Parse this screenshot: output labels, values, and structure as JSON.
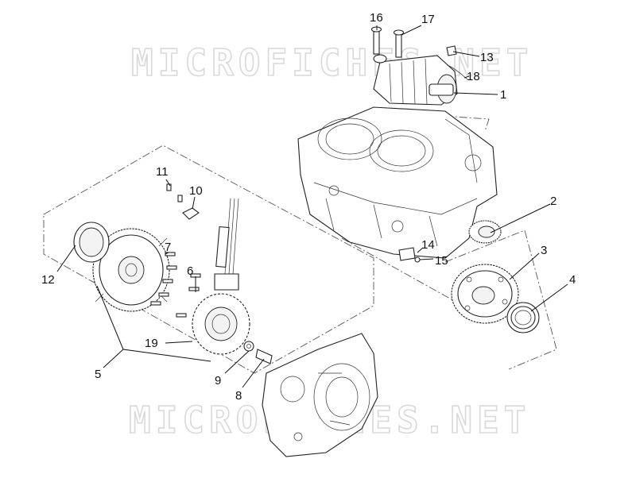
{
  "watermark": {
    "top": "MICROFICHES.NET",
    "bottom": "MICROFICHES.NET"
  },
  "callouts": [
    {
      "id": "1",
      "label": "1"
    },
    {
      "id": "2",
      "label": "2"
    },
    {
      "id": "3",
      "label": "3"
    },
    {
      "id": "4",
      "label": "4"
    },
    {
      "id": "5",
      "label": "5"
    },
    {
      "id": "6",
      "label": "6"
    },
    {
      "id": "7",
      "label": "7"
    },
    {
      "id": "8",
      "label": "8"
    },
    {
      "id": "9",
      "label": "9"
    },
    {
      "id": "10",
      "label": "10"
    },
    {
      "id": "11",
      "label": "11"
    },
    {
      "id": "12",
      "label": "12"
    },
    {
      "id": "13",
      "label": "13"
    },
    {
      "id": "14",
      "label": "14"
    },
    {
      "id": "15",
      "label": "15"
    },
    {
      "id": "16",
      "label": "16"
    },
    {
      "id": "17",
      "label": "17"
    },
    {
      "id": "18",
      "label": "18"
    },
    {
      "id": "19",
      "label": "19"
    }
  ]
}
